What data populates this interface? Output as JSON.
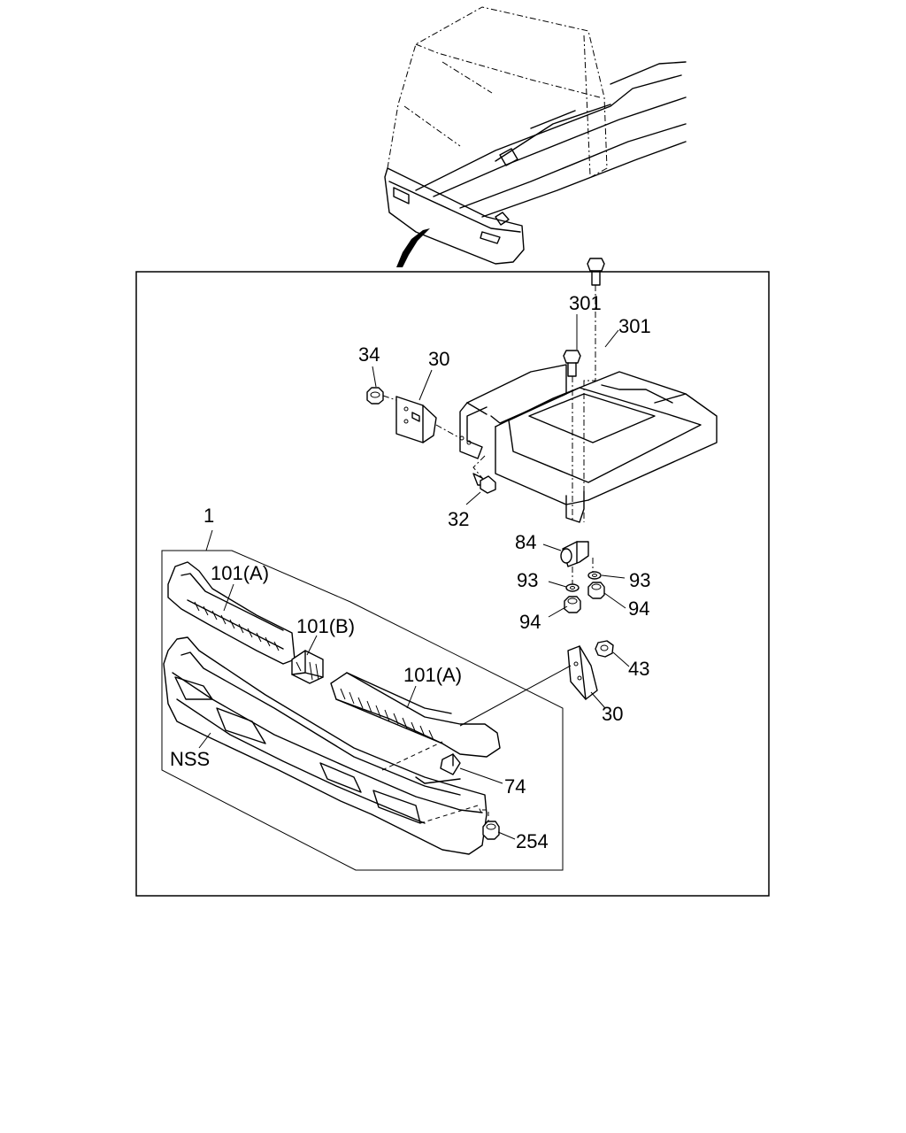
{
  "callouts": {
    "c301a": "301",
    "c301b": "301",
    "c34": "34",
    "c30a": "30",
    "c32": "32",
    "c1": "1",
    "c84": "84",
    "c93a": "93",
    "c93b": "93",
    "c94a": "94",
    "c94b": "94",
    "c101a_left": "101(A)",
    "c101b": "101(B)",
    "c101a_right": "101(A)",
    "c43": "43",
    "c30b": "30",
    "cNSS": "NSS",
    "c74": "74",
    "c254": "254"
  }
}
